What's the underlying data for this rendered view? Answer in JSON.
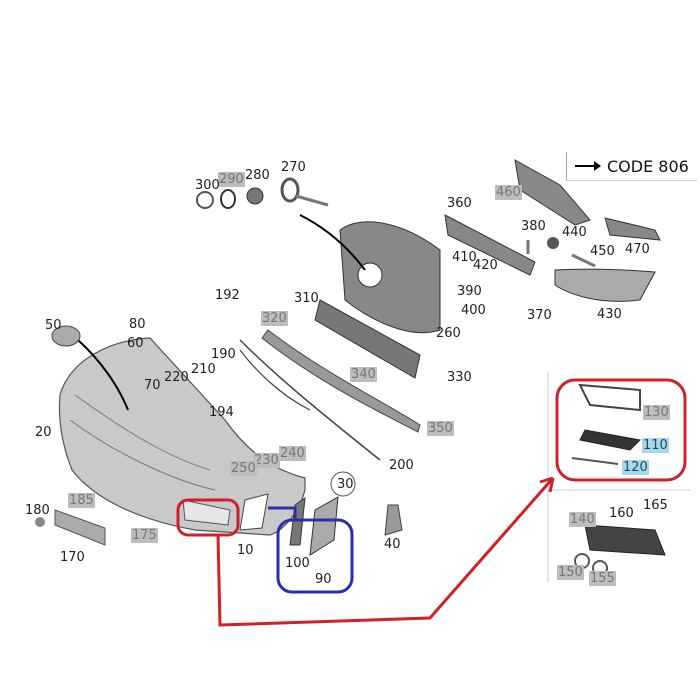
{
  "diagram": {
    "title_box": {
      "arrow_icon": "right-arrow",
      "text": "CODE 806"
    },
    "labels": {
      "p10": "10",
      "p20": "20",
      "p30": "30",
      "p40": "40",
      "p50": "50",
      "p60": "60",
      "p70": "70",
      "p80": "80",
      "p90": "90",
      "p100": "100",
      "p110": "110",
      "p120": "120",
      "p130": "130",
      "p140": "140",
      "p150": "150",
      "p155": "155",
      "p160": "160",
      "p165": "165",
      "p170": "170",
      "p175": "175",
      "p180": "180",
      "p185": "185",
      "p190": "190",
      "p192": "192",
      "p194": "194",
      "p200": "200",
      "p210": "210",
      "p220": "220",
      "p230": "230",
      "p240": "240",
      "p250": "250",
      "p260": "260",
      "p270": "270",
      "p280": "280",
      "p290": "290",
      "p300": "300",
      "p310": "310",
      "p320": "320",
      "p330": "330",
      "p340": "340",
      "p350": "350",
      "p360": "360",
      "p370": "370",
      "p380": "380",
      "p390": "390",
      "p400": "400",
      "p410": "410",
      "p420": "420",
      "p430": "430",
      "p440": "440",
      "p450": "450",
      "p460": "460",
      "p470": "470"
    },
    "highlight_colors": {
      "red": "#d0202a",
      "blue": "#2b2fa8",
      "grey_label": "#bdbdbd",
      "blue_label": "#a7d8e8"
    }
  }
}
